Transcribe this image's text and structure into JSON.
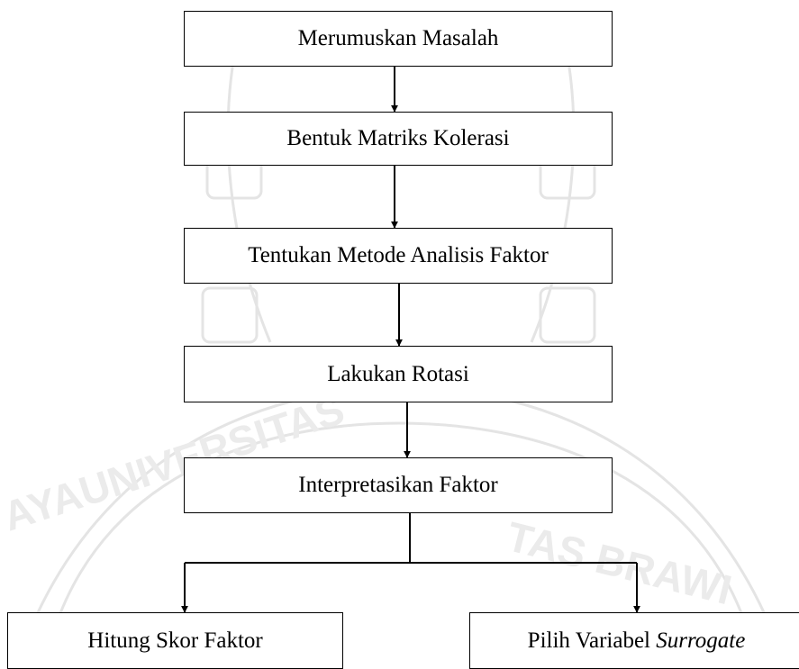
{
  "flowchart": {
    "steps": [
      "Merumuskan Masalah",
      "Bentuk Matriks Kolerasi",
      "Tentukan Metode Analisis Faktor",
      "Lakukan Rotasi",
      "Interpretasikan Faktor"
    ],
    "outputs": {
      "left": "Hitung Skor Faktor",
      "right_prefix": "Pilih Variabel ",
      "right_italic": "Surrogate"
    }
  },
  "colors": {
    "line": "#000000",
    "box_border": "#000000",
    "box_fill": "#ffffff",
    "watermark": "#e6e6e6"
  }
}
